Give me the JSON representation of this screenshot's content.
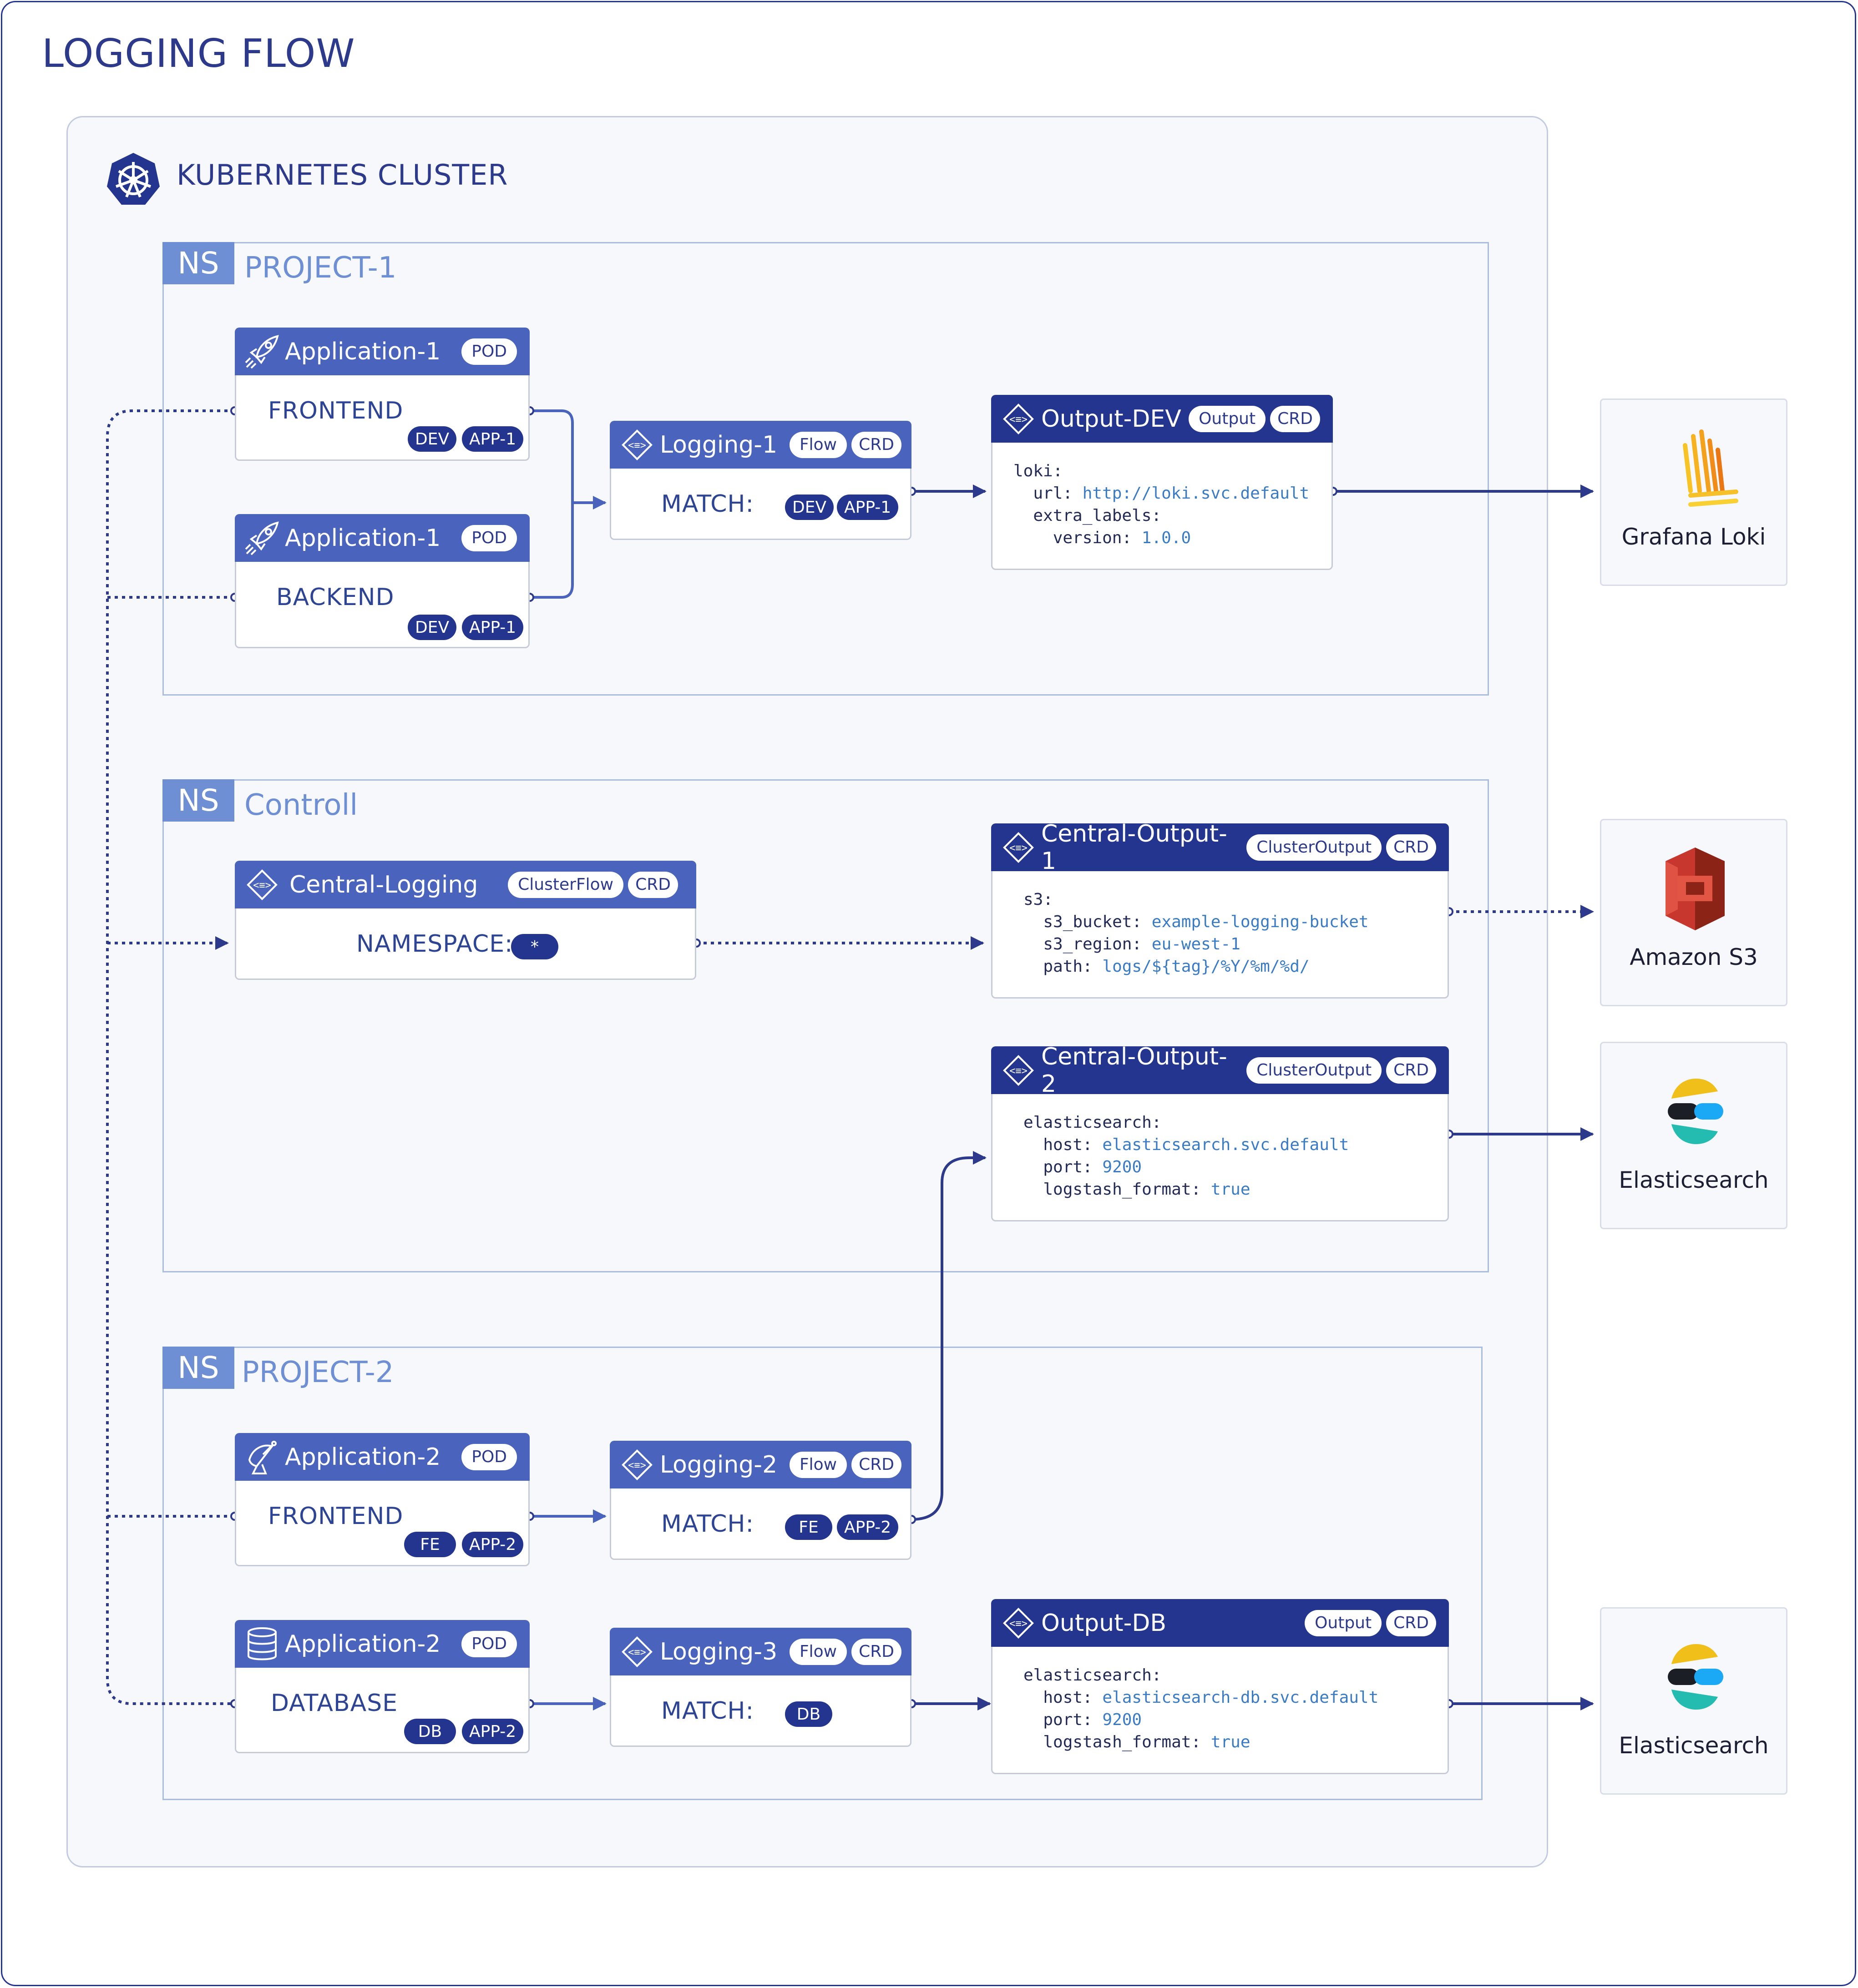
{
  "title": "LOGGING FLOW",
  "cluster": {
    "title": "KUBERNETES CLUSTER",
    "icon": "kubernetes-icon"
  },
  "namespaces": {
    "project1": {
      "tag": "NS",
      "name": "PROJECT-1"
    },
    "controll": {
      "tag": "NS",
      "name": "Controll"
    },
    "project2": {
      "tag": "NS",
      "name": "PROJECT-2"
    }
  },
  "apps": {
    "p1_frontend": {
      "title": "Application-1",
      "kind": "POD",
      "label": "FRONTEND",
      "badges": [
        "DEV",
        "APP-1"
      ],
      "icon": "rocket-icon"
    },
    "p1_backend": {
      "title": "Application-1",
      "kind": "POD",
      "label": "BACKEND",
      "badges": [
        "DEV",
        "APP-1"
      ],
      "icon": "rocket-icon"
    },
    "p2_frontend": {
      "title": "Application-2",
      "kind": "POD",
      "label": "FRONTEND",
      "badges": [
        "FE",
        "APP-2"
      ],
      "icon": "satellite-dish-icon"
    },
    "p2_database": {
      "title": "Application-2",
      "kind": "POD",
      "label": "DATABASE",
      "badges": [
        "DB",
        "APP-2"
      ],
      "icon": "database-icon"
    }
  },
  "flows": {
    "logging1": {
      "title": "Logging-1",
      "kind": "Flow",
      "crd": "CRD",
      "label": "MATCH:",
      "badges": [
        "DEV",
        "APP-1"
      ]
    },
    "logging2": {
      "title": "Logging-2",
      "kind": "Flow",
      "crd": "CRD",
      "label": "MATCH:",
      "badges": [
        "FE",
        "APP-2"
      ]
    },
    "logging3": {
      "title": "Logging-3",
      "kind": "Flow",
      "crd": "CRD",
      "label": "MATCH:",
      "badges": [
        "DB"
      ]
    },
    "central": {
      "title": "Central-Logging",
      "kind": "ClusterFlow",
      "crd": "CRD",
      "label": "NAMESPACE:",
      "badges": [
        "*"
      ]
    }
  },
  "outputs": {
    "dev": {
      "title": "Output-DEV",
      "kind": "Output",
      "crd": "CRD",
      "lines": [
        {
          "k": "loki:",
          "v": ""
        },
        {
          "k": "  url: ",
          "v": "http://loki.svc.default"
        },
        {
          "k": "  extra_labels:",
          "v": ""
        },
        {
          "k": "    version: ",
          "v": "1.0.0"
        }
      ]
    },
    "central1": {
      "title": "Central-Output-1",
      "kind": "ClusterOutput",
      "crd": "CRD",
      "lines": [
        {
          "k": "s3:",
          "v": ""
        },
        {
          "k": "  s3_bucket: ",
          "v": "example-logging-bucket"
        },
        {
          "k": "  s3_region: ",
          "v": "eu-west-1"
        },
        {
          "k": "  path: ",
          "v": "logs/${tag}/%Y/%m/%d/"
        }
      ]
    },
    "central2": {
      "title": "Central-Output-2",
      "kind": "ClusterOutput",
      "crd": "CRD",
      "lines": [
        {
          "k": "elasticsearch:",
          "v": ""
        },
        {
          "k": "  host: ",
          "v": "elasticsearch.svc.default"
        },
        {
          "k": "  port: ",
          "v": "9200"
        },
        {
          "k": "  logstash_format: ",
          "v": "true"
        }
      ]
    },
    "db": {
      "title": "Output-DB",
      "kind": "Output",
      "crd": "CRD",
      "lines": [
        {
          "k": "elasticsearch:",
          "v": ""
        },
        {
          "k": "  host: ",
          "v": "elasticsearch-db.svc.default"
        },
        {
          "k": "  port: ",
          "v": "9200"
        },
        {
          "k": "  logstash_format: ",
          "v": "true"
        }
      ]
    }
  },
  "destinations": {
    "loki": {
      "label": "Grafana Loki",
      "icon": "grafana-loki-icon"
    },
    "s3": {
      "label": "Amazon S3",
      "icon": "amazon-s3-icon"
    },
    "es1": {
      "label": "Elasticsearch",
      "icon": "elasticsearch-icon"
    },
    "es2": {
      "label": "Elasticsearch",
      "icon": "elasticsearch-icon"
    }
  },
  "colors": {
    "navy": "#24358f",
    "blue": "#4a64be",
    "ns_blue": "#6e8fd3",
    "value_blue": "#3a7bc6"
  }
}
